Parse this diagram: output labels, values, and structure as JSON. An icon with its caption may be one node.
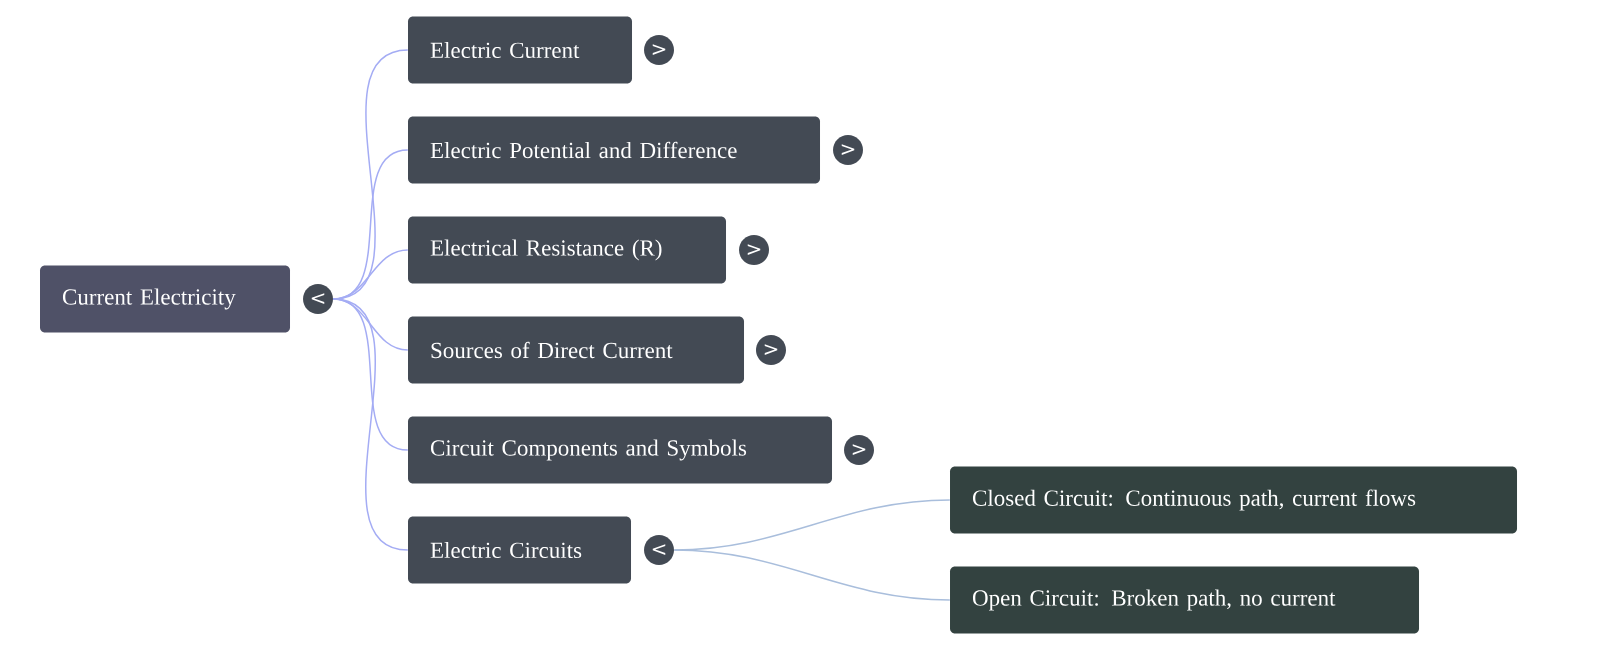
{
  "diagram": {
    "nodes": [
      {
        "text": [
          "Current Electricity"
        ]
      },
      {
        "text": [
          "<"
        ]
      },
      {
        "text": [
          "Electric Current"
        ]
      },
      {
        "text": [
          ">"
        ]
      },
      {
        "text": [
          "Electric Potential and Difference"
        ]
      },
      {
        "text": [
          ">"
        ]
      },
      {
        "text": [
          "Electrical Resistance (R)"
        ]
      },
      {
        "text": [
          ">"
        ]
      },
      {
        "text": [
          "Sources of Direct Current"
        ]
      },
      {
        "text": [
          ">"
        ]
      },
      {
        "text": [
          "Circuit Components and Symbols"
        ]
      },
      {
        "text": [
          ">"
        ]
      },
      {
        "text": [
          "Electric Circuits"
        ]
      },
      {
        "text": [
          "<"
        ]
      },
      {
        "text": [
          "Closed Circuit: Continuous path, current flows"
        ]
      },
      {
        "text": [
          "Open Circuit: Broken path, no current"
        ]
      }
    ],
    "edges": [
      {
        "from": 1,
        "to": 2,
        "arrow": "none"
      },
      {
        "from": 1,
        "to": 4,
        "arrow": "none"
      },
      {
        "from": 1,
        "to": 6,
        "arrow": "none"
      },
      {
        "from": 1,
        "to": 8,
        "arrow": "none"
      },
      {
        "from": 1,
        "to": 10,
        "arrow": "none"
      },
      {
        "from": 1,
        "to": 12,
        "arrow": "none"
      },
      {
        "from": 13,
        "to": 14,
        "arrow": "none",
        "color": "#a9bedc"
      },
      {
        "from": 13,
        "to": 15,
        "arrow": "none",
        "color": "#a9bedc"
      }
    ]
  }
}
